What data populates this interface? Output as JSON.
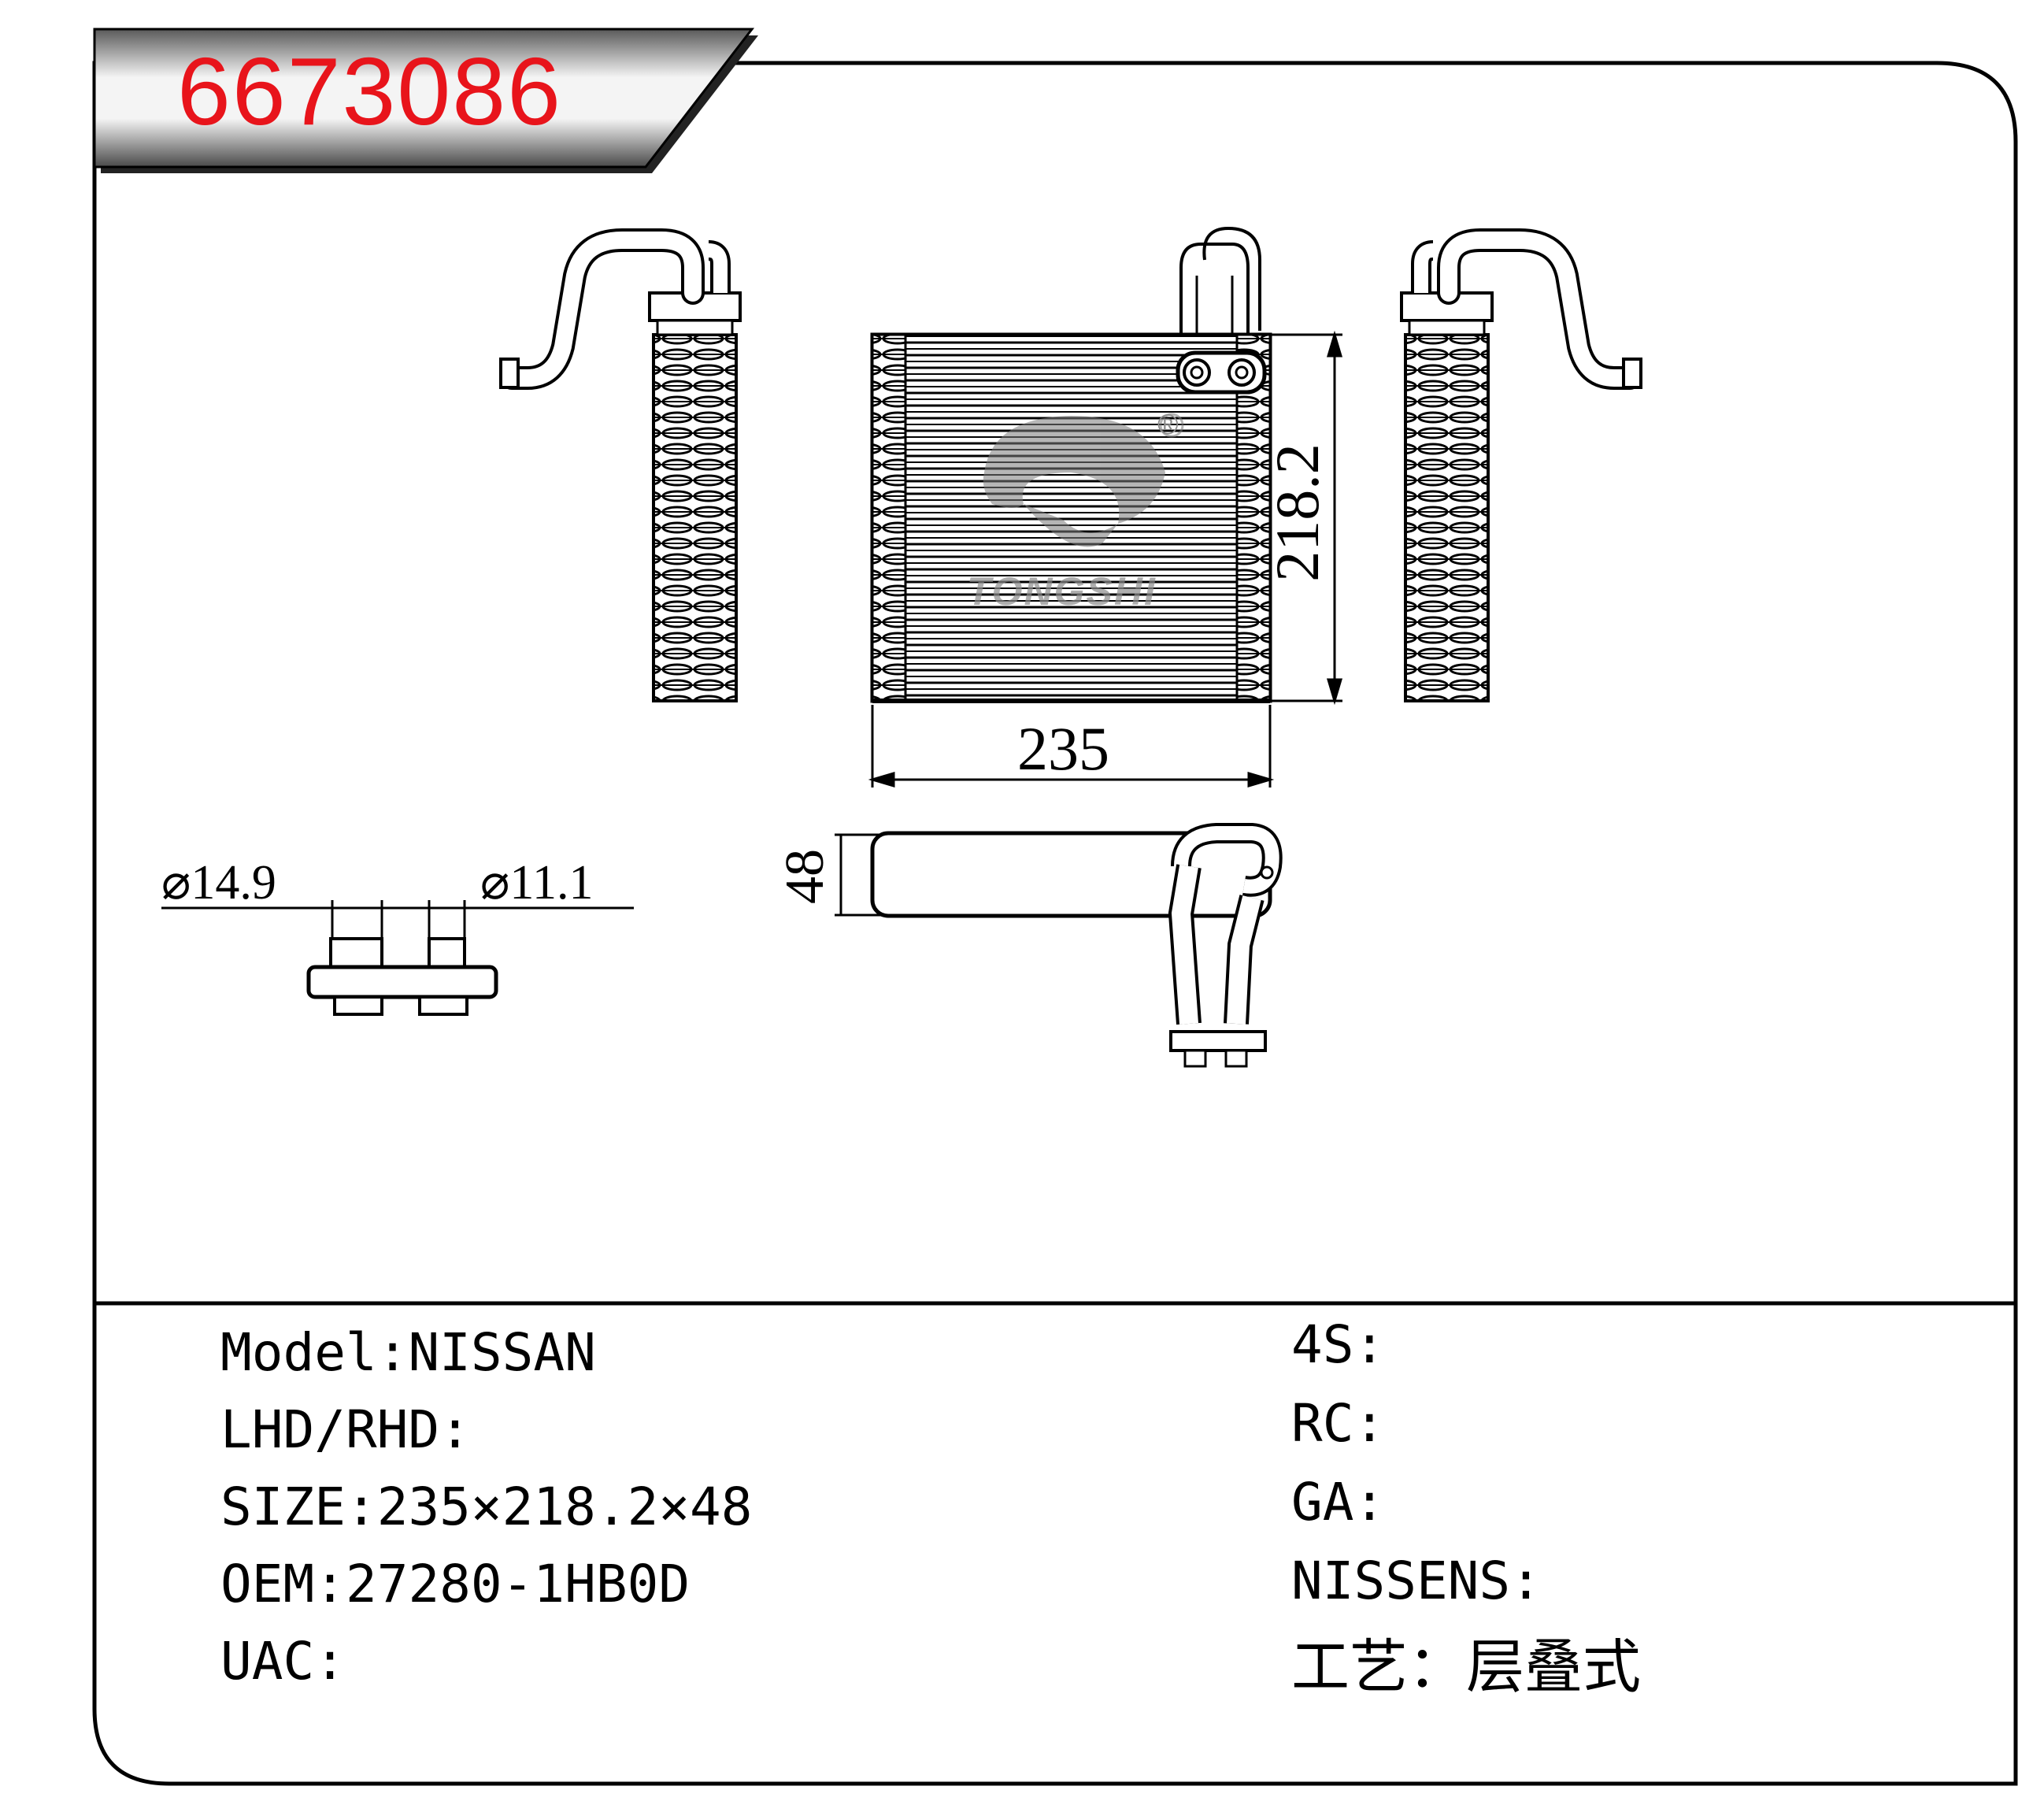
{
  "part_number": "6673086",
  "brand_watermark": "TONGSHI",
  "registered_mark": "®",
  "dimensions": {
    "width_label": "235",
    "height_label": "218.2",
    "depth_label": "48",
    "inlet_diameter_label": "⌀14.9",
    "outlet_diameter_label": "⌀11.1"
  },
  "specs_left": [
    {
      "label": "Model",
      "sep": ":",
      "value": "NISSAN"
    },
    {
      "label": "LHD/RHD",
      "sep": ":",
      "value": ""
    },
    {
      "label": "SIZE",
      "sep": ":",
      "value": "235×218.2×48"
    },
    {
      "label": "OEM",
      "sep": ":",
      "value": "27280-1HB0D"
    },
    {
      "label": "UAC",
      "sep": ":",
      "value": ""
    }
  ],
  "specs_right": [
    {
      "label": "4S",
      "sep": ":",
      "value": ""
    },
    {
      "label": "RC",
      "sep": ":",
      "value": ""
    },
    {
      "label": "GA",
      "sep": ":",
      "value": ""
    },
    {
      "label": "NISSENS",
      "sep": ":",
      "value": ""
    },
    {
      "label": "工艺",
      "sep": "：",
      "value": "层叠式"
    }
  ],
  "colors": {
    "part_number": "#e8141b",
    "outline": "#000000",
    "watermark": "#8c8c8c"
  }
}
